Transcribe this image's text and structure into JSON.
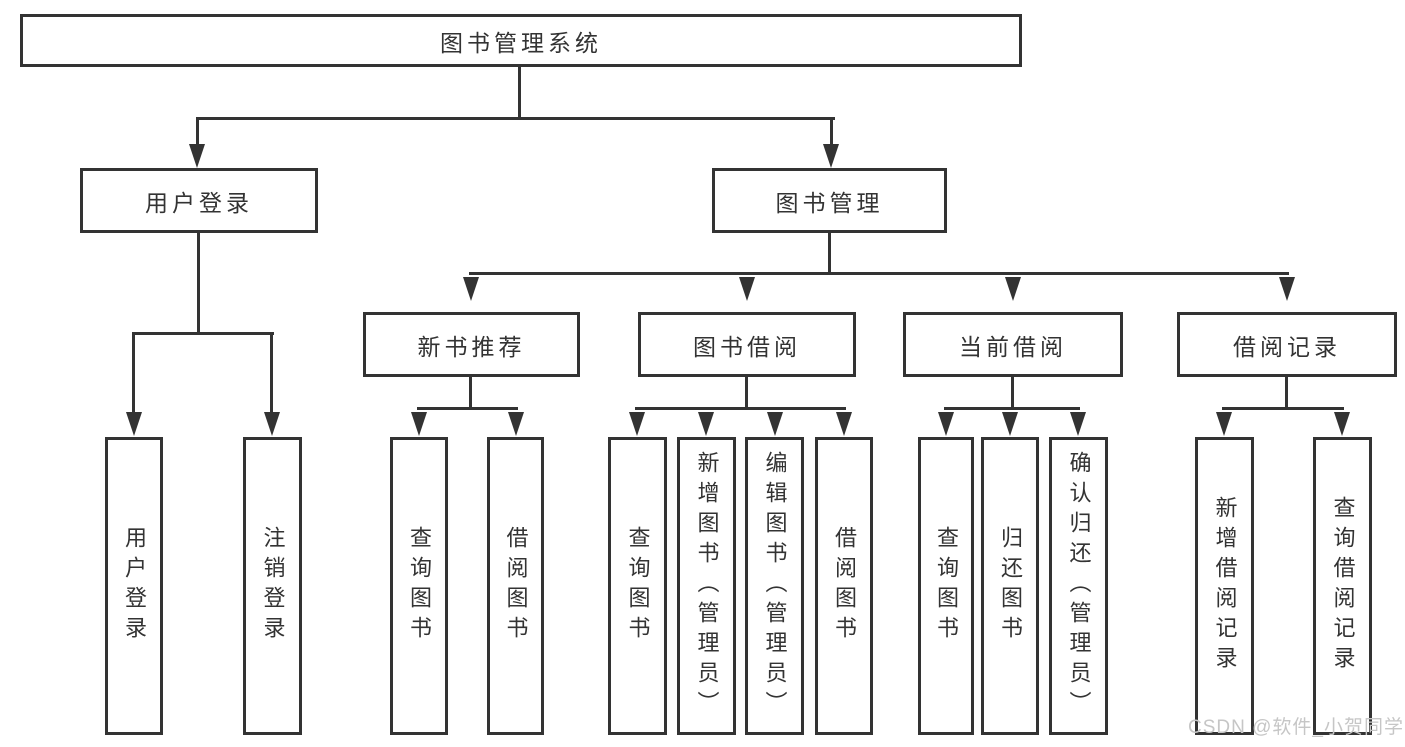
{
  "diagram": {
    "root": "图书管理系统",
    "branches": [
      {
        "label": "用户登录",
        "children": [
          "用户登录",
          "注销登录"
        ]
      },
      {
        "label": "图书管理",
        "sections": [
          {
            "label": "新书推荐",
            "children": [
              "查询图书",
              "借阅图书"
            ]
          },
          {
            "label": "图书借阅",
            "children": [
              "查询图书",
              "新增图书（管理员）",
              "编辑图书（管理员）",
              "借阅图书"
            ]
          },
          {
            "label": "当前借阅",
            "children": [
              "查询图书",
              "归还图书",
              "确认归还（管理员）"
            ]
          },
          {
            "label": "借阅记录",
            "children": [
              "新增借阅记录",
              "查询借阅记录"
            ]
          }
        ]
      }
    ]
  },
  "watermark": "CSDN @软件_小贺同学",
  "colors": {
    "line": "#333333",
    "text": "#333333",
    "watermark": "#c6c6c6",
    "background": "#ffffff"
  }
}
